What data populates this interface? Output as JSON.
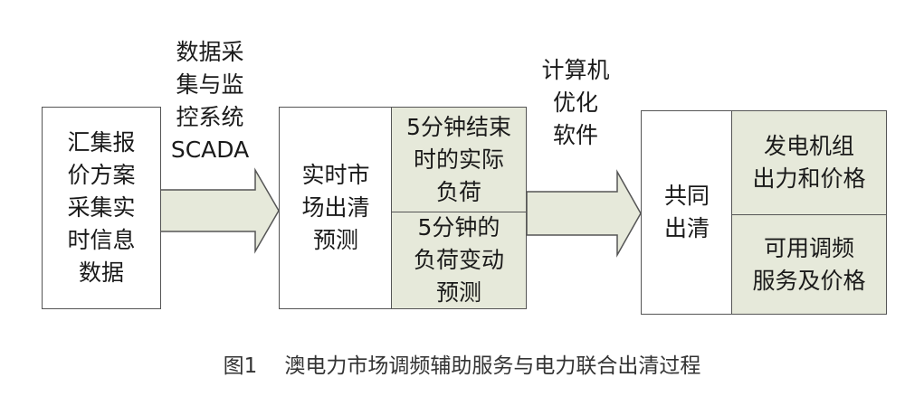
{
  "boxes": {
    "source": "汇集报\n价方案\n采集实\n时信息\n数据",
    "forecast": "实时市\n场出清\n预测",
    "actual_load": "5分钟结束\n时的实际\n负荷",
    "load_change": "5分钟的\n负荷变动\n预测",
    "joint_clearing": "共同\n出清",
    "generator_output": "发电机组\n出力和价格",
    "ancillary_service": "可用调频\n服务及价格"
  },
  "arrow_labels": {
    "scada": "数据采\n集与监\n控系统\nSCADA",
    "software": "计算机\n优化\n软件"
  },
  "caption": {
    "number": "图1",
    "text": "澳电力市场调频辅助服务与电力联合出清过程"
  },
  "colors": {
    "shaded_fill": "#e6e9da",
    "border": "#555555"
  }
}
